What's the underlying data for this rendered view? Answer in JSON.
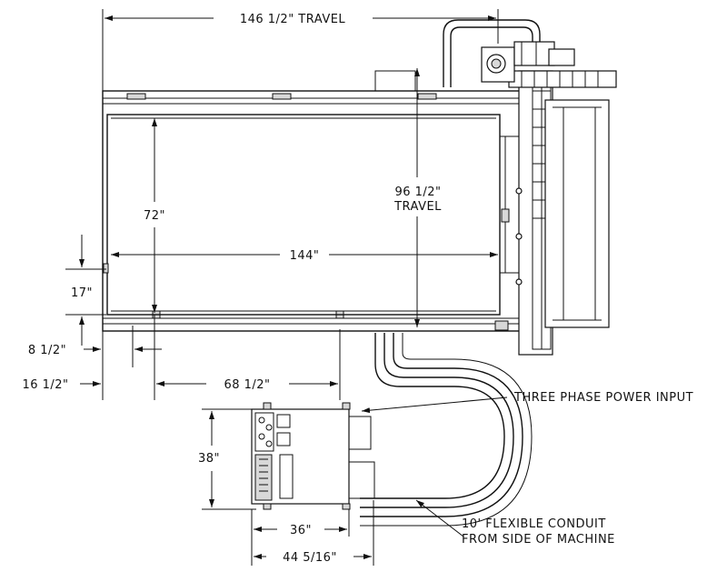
{
  "dimensions": {
    "x_travel": "146 1/2\" TRAVEL",
    "y_travel_line1": "96 1/2\"",
    "y_travel_line2": "TRAVEL",
    "table_width": "72\"",
    "table_length": "144\"",
    "offset_17": "17\"",
    "offset_8_5": "8 1/2\"",
    "offset_16_5": "16 1/2\"",
    "offset_68_5": "68 1/2\"",
    "cabinet_height": "38\"",
    "cabinet_width": "36\"",
    "cabinet_total_width": "44 5/16\""
  },
  "callouts": {
    "power_input": "THREE PHASE POWER INPUT",
    "conduit_line1": "10' FLEXIBLE CONDUIT",
    "conduit_line2": "FROM SIDE OF MACHINE"
  }
}
